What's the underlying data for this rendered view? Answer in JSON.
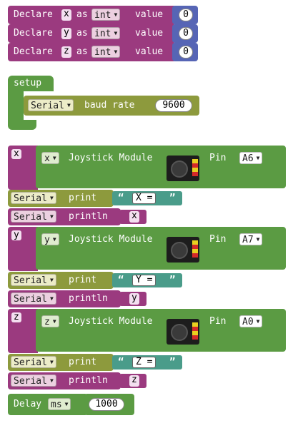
{
  "declarations": [
    {
      "declare": "Declare",
      "var": "x",
      "as": "as",
      "type": "int",
      "value_label": "value",
      "value": "0"
    },
    {
      "declare": "Declare",
      "var": "y",
      "as": "as",
      "type": "int",
      "value_label": "value",
      "value": "0"
    },
    {
      "declare": "Declare",
      "var": "z",
      "as": "as",
      "type": "int",
      "value_label": "value",
      "value": "0"
    }
  ],
  "setup": {
    "label": "setup",
    "serial": "Serial",
    "baud_label": "baud rate",
    "baud": "9600"
  },
  "joysticks": [
    {
      "assign_var": "x",
      "var": "x",
      "label": "Joystick Module",
      "pin_label": "Pin",
      "pin": "A6",
      "print_serial": "Serial",
      "print_label": "print",
      "print_text": "X =",
      "println_serial": "Serial",
      "println_label": "println",
      "println_var": "x"
    },
    {
      "assign_var": "y",
      "var": "y",
      "label": "Joystick Module",
      "pin_label": "Pin",
      "pin": "A7",
      "print_serial": "Serial",
      "print_label": "print",
      "print_text": "Y =",
      "println_serial": "Serial",
      "println_label": "println",
      "println_var": "y"
    },
    {
      "assign_var": "z",
      "var": "z",
      "label": "Joystick Module",
      "pin_label": "Pin",
      "pin": "A0",
      "print_serial": "Serial",
      "print_label": "print",
      "print_text": "Z =",
      "println_serial": "Serial",
      "println_label": "println",
      "println_var": "z"
    }
  ],
  "delay": {
    "label": "Delay",
    "unit": "ms",
    "value": "1000"
  },
  "dropdown_arrow": "▼",
  "quote_open": "“",
  "quote_close": "”",
  "colors": {
    "declare": "#9b3a7f",
    "declare_value": "#5665b5",
    "setup": "#5b9b43",
    "serial": "#8d9a3d",
    "joystick": "#5b9b43",
    "string": "#4a9c8a",
    "variable": "#9b3a7f"
  }
}
